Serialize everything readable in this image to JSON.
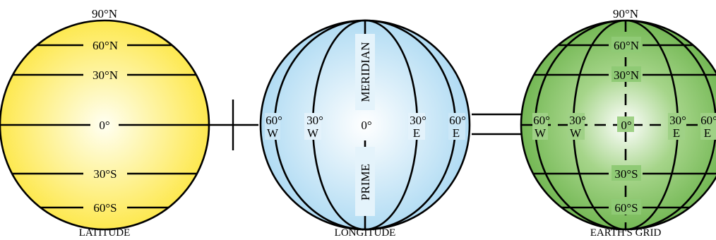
{
  "latitude": {
    "top_label": "90°N",
    "lines": [
      "60°N",
      "30°N",
      "0°",
      "30°S",
      "60°S"
    ],
    "caption": "LATITUDE",
    "fill_center": "#fffff2",
    "fill_edge": "#fde63f"
  },
  "plus_sign": "+",
  "longitude": {
    "left_60": "60°",
    "left_60_dir": "W",
    "left_30": "30°",
    "left_30_dir": "W",
    "center": "0°",
    "right_30": "30°",
    "right_30_dir": "E",
    "right_60": "60°",
    "right_60_dir": "E",
    "meridian_upper": "MERIDIAN",
    "meridian_lower": "PRIME",
    "caption": "LONGITUDE",
    "fill_center": "#ffffff",
    "fill_edge": "#a9d8f2"
  },
  "equals_sign": "=",
  "earth_grid": {
    "top_label": "90°N",
    "lat_60n": "60°N",
    "lat_30n": "30°N",
    "center": "0°",
    "lat_30s": "30°S",
    "lat_60s": "60°S",
    "left_60": "60°",
    "left_60_dir": "W",
    "left_30": "30°",
    "left_30_dir": "W",
    "right_30": "30°",
    "right_30_dir": "E",
    "right_60": "60°",
    "right_60_dir": "E",
    "caption": "EARTH'S GRID",
    "fill_center": "#ffffff",
    "fill_mid": "#a6d58a",
    "fill_edge": "#6ab24a"
  }
}
